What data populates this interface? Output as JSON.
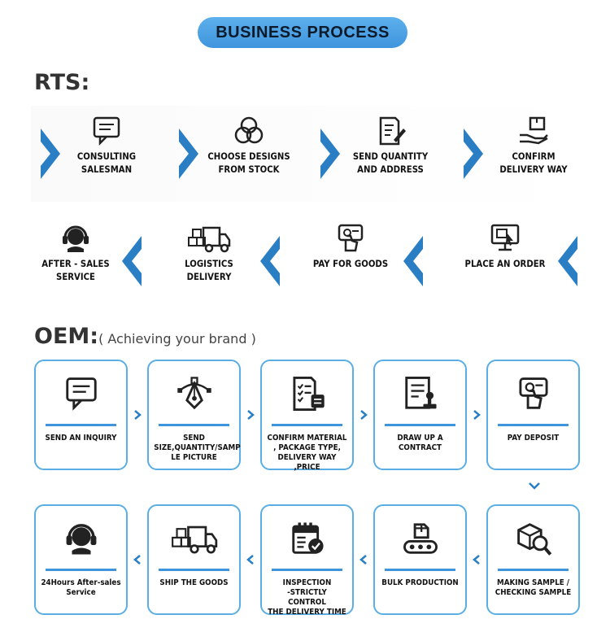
{
  "header": {
    "title": "BUSINESS PROCESS"
  },
  "rts": {
    "title": "RTS:",
    "row1": [
      {
        "label": "CONSULTING\nSALESMAN",
        "icon": "chat-icon"
      },
      {
        "label": "CHOOSE DESIGNS\nFROM STOCK",
        "icon": "circles-icon"
      },
      {
        "label": "SEND QUANTITY\nAND ADDRESS",
        "icon": "document-pen-icon"
      },
      {
        "label": "CONFIRM\nDELIVERY WAY",
        "icon": "hand-box-icon"
      }
    ],
    "row2": [
      {
        "label": "AFTER - SALES\nSERVICE",
        "icon": "headset-icon"
      },
      {
        "label": "LOGISTICS\nDELIVERY",
        "icon": "truck-icon"
      },
      {
        "label": "PAY FOR GOODS",
        "icon": "payment-hand-icon"
      },
      {
        "label": "PLACE AN ORDER",
        "icon": "monitor-cursor-icon"
      }
    ]
  },
  "oem": {
    "title": "OEM:",
    "subtitle": "( Achieving your brand )",
    "row1": [
      {
        "label": "SEND AN INQUIRY",
        "icon": "chat-icon"
      },
      {
        "label": "SEND\nSIZE,QUANTITY/SAMP\nLE PICTURE",
        "icon": "pen-tool-icon"
      },
      {
        "label": "CONFIRM MATERIAL\n, PACKAGE TYPE,\nDELIVERY WAY ,PRICE",
        "icon": "checklist-icon"
      },
      {
        "label": "DRAW UP A\nCONTRACT",
        "icon": "contract-stamp-icon"
      },
      {
        "label": "PAY DEPOSIT",
        "icon": "payment-hand-icon"
      }
    ],
    "row2": [
      {
        "label": "24Hours After-sales\nService",
        "icon": "headset-icon"
      },
      {
        "label": "SHIP THE GOODS",
        "icon": "truck-icon"
      },
      {
        "label": "INSPECTION\n-STRICTLY CONTROL\nTHE DELIVERY TIME",
        "icon": "calendar-icon"
      },
      {
        "label": "BULK PRODUCTION",
        "icon": "conveyor-icon"
      },
      {
        "label": "MAKING SAMPLE /\nCHECKING SAMPLE",
        "icon": "box-magnifier-icon"
      }
    ]
  },
  "colors": {
    "accent": "#3f95dd",
    "chevron": "#2a7fc4",
    "border": "#5aaee3"
  }
}
